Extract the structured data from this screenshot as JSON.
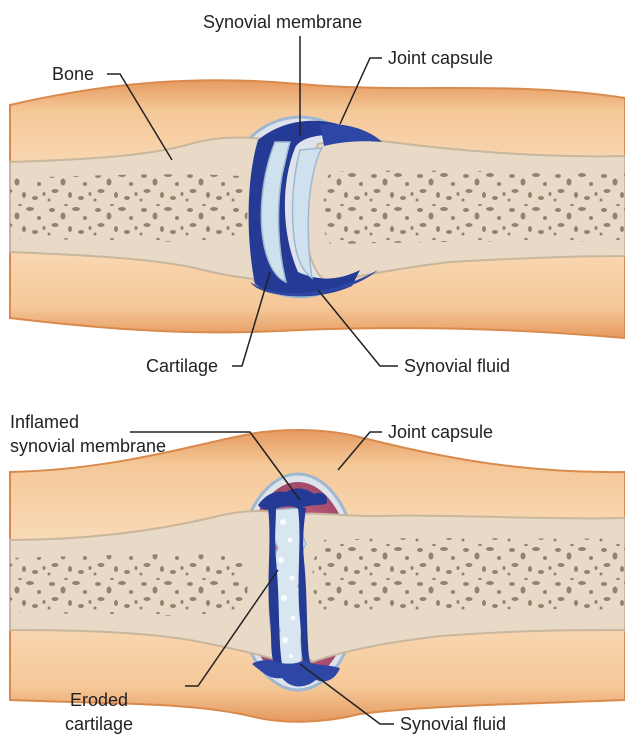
{
  "healthy_joint": {
    "labels": {
      "synovial_membrane": "Synovial membrane",
      "joint_capsule": "Joint capsule",
      "bone": "Bone",
      "cartilage": "Cartilage",
      "synovial_fluid": "Synovial fluid"
    }
  },
  "inflamed_joint": {
    "labels": {
      "inflamed_synovial_membrane_line1": "Inflamed",
      "inflamed_synovial_membrane_line2": "synovial membrane",
      "joint_capsule": "Joint capsule",
      "eroded_cartilage_line1": "Eroded",
      "eroded_cartilage_line2": "cartilage",
      "synovial_fluid": "Synovial fluid"
    }
  },
  "colors": {
    "skin": "#f1bb86",
    "skin_edge": "#e39a5c",
    "bone": "#e6d8c3",
    "bone_edge": "#c9b79d",
    "marrow": "#8a7862",
    "membrane": "#23348f",
    "cartilage": "#c9dceb",
    "capsule": "#9fb8cf",
    "inflamed": "#c1566e"
  }
}
